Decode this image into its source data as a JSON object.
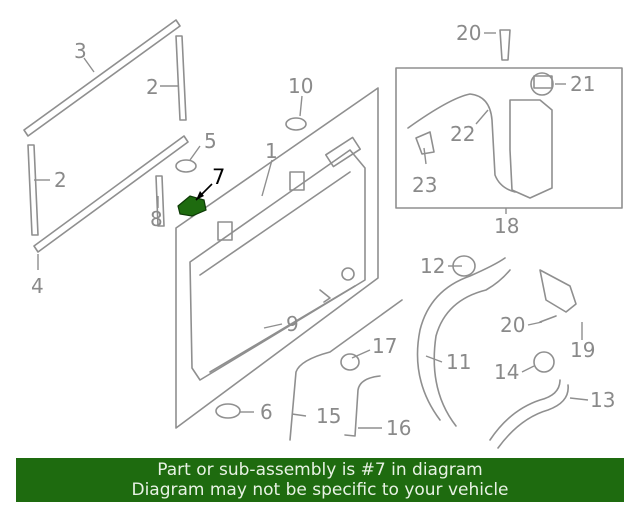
{
  "callouts": {
    "c1": "1",
    "c2a": "2",
    "c2b": "2",
    "c3": "3",
    "c4": "4",
    "c5": "5",
    "c6": "6",
    "c7": "7",
    "c8": "8",
    "c9": "9",
    "c10": "10",
    "c11": "11",
    "c12": "12",
    "c13": "13",
    "c14": "14",
    "c15": "15",
    "c16": "16",
    "c17": "17",
    "c18": "18",
    "c19": "19",
    "c20a": "20",
    "c20b": "20",
    "c21": "21",
    "c22": "22",
    "c23": "23"
  },
  "highlight": {
    "part_number": "7",
    "color": "#1e6b0f"
  },
  "banner": {
    "line1": "Part or sub-assembly is #7 in diagram",
    "line2": "Diagram may not be specific to your vehicle",
    "color": "#1e6b0f"
  }
}
